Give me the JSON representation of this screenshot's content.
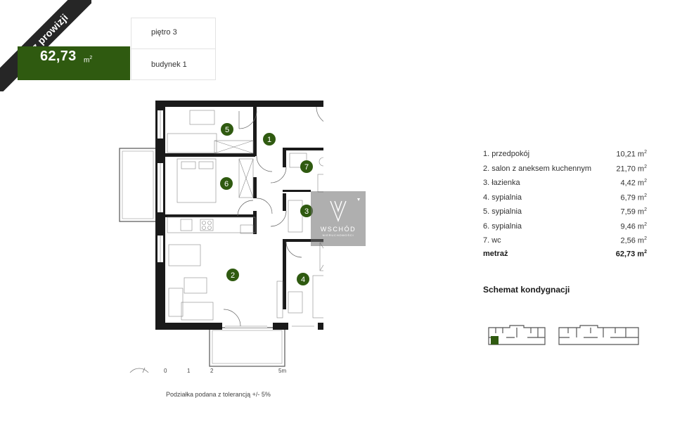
{
  "badge": {
    "text": "Bez prowizji"
  },
  "apartment": {
    "area_value": "62,73",
    "area_unit": "m",
    "area_unit_sup": "2",
    "floor": "piętro 3",
    "building": "budynek 1"
  },
  "plan_labels": [
    "1",
    "2",
    "3",
    "4",
    "5",
    "6",
    "7"
  ],
  "rooms": [
    {
      "name": "1. przedpokój",
      "area": "10,21 m",
      "sup": "2"
    },
    {
      "name": "2. salon z aneksem kuchennym",
      "area": "21,70 m",
      "sup": "2"
    },
    {
      "name": "3. łazienka",
      "area": "4,42 m",
      "sup": "2"
    },
    {
      "name": "4. sypialnia",
      "area": "6,79 m",
      "sup": "2"
    },
    {
      "name": "5. sypialnia",
      "area": "7,59 m",
      "sup": "2"
    },
    {
      "name": "6. sypialnia",
      "area": "9,46 m",
      "sup": "2"
    },
    {
      "name": "7. wc",
      "area": "2,56 m",
      "sup": "2"
    }
  ],
  "total": {
    "label": "metraż",
    "area": "62,73 m",
    "sup": "2"
  },
  "schema": {
    "title": "Schemat kondygnacji"
  },
  "scale": {
    "marks": [
      "0",
      "1",
      "2",
      "5m"
    ],
    "note": "Podziałka podana z tolerancją +/- 5%"
  },
  "watermark": {
    "brand": "WSCHÓD",
    "sub": "NIERUCHOMOŚCI"
  },
  "colors": {
    "accent_green": "#2f5a10",
    "wall": "#1a1a1a",
    "badge_dark": "#262626"
  }
}
